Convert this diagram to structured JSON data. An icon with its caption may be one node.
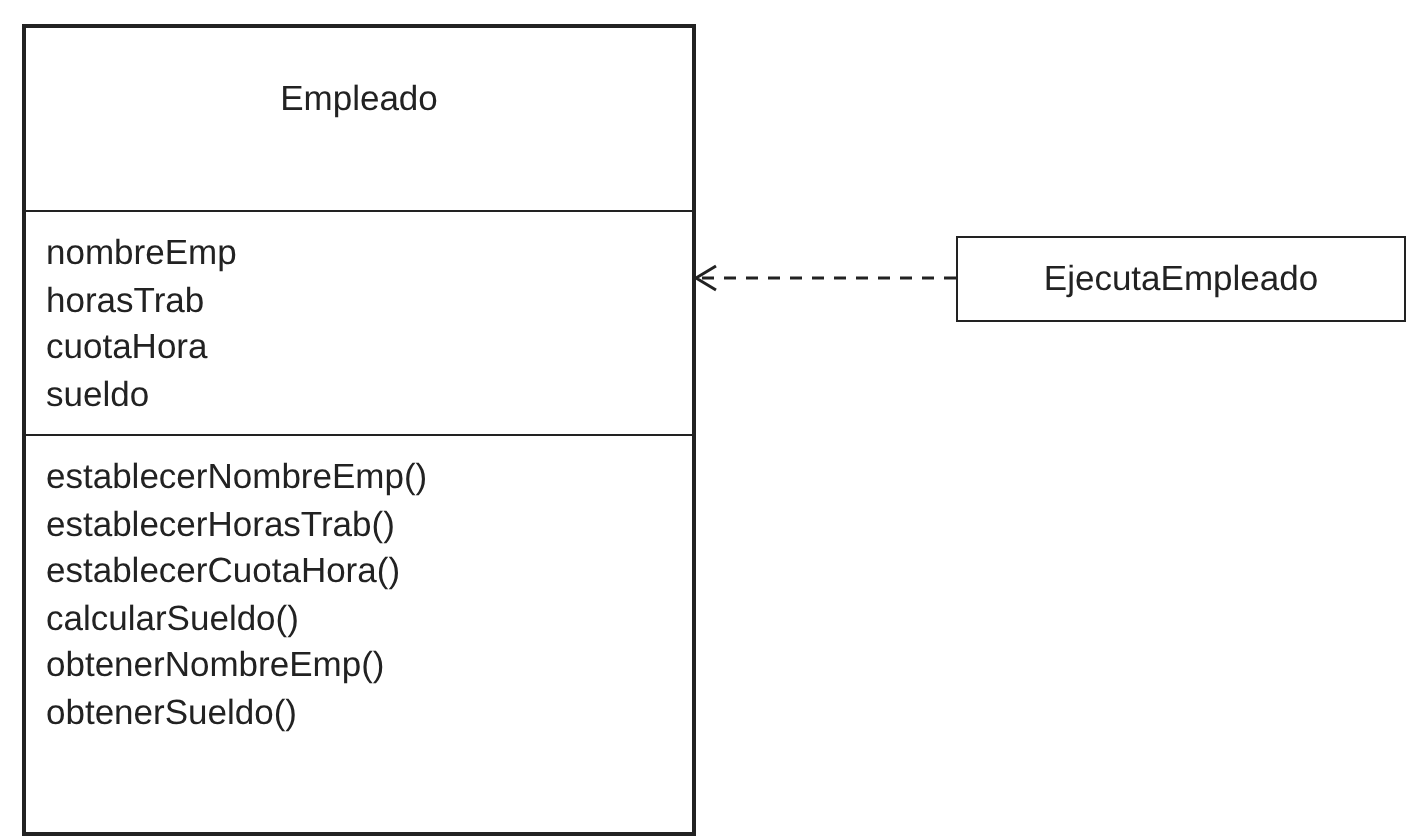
{
  "diagram": {
    "nodes": [
      {
        "text": [
          "Empleado",
          "nombreEmp horasTrab cuotaHora sueldo",
          "establecerNombreEmp() establecerHorasTrab() establecerCuotaHora() calcularSueldo() obtenerNombreEmp() obtenerSueldo()"
        ]
      },
      {
        "text": [
          "EjecutaEmpleado"
        ]
      }
    ],
    "edges": [
      {
        "from": 1,
        "to": 0,
        "arrow": "to",
        "style": "dashed"
      }
    ]
  }
}
